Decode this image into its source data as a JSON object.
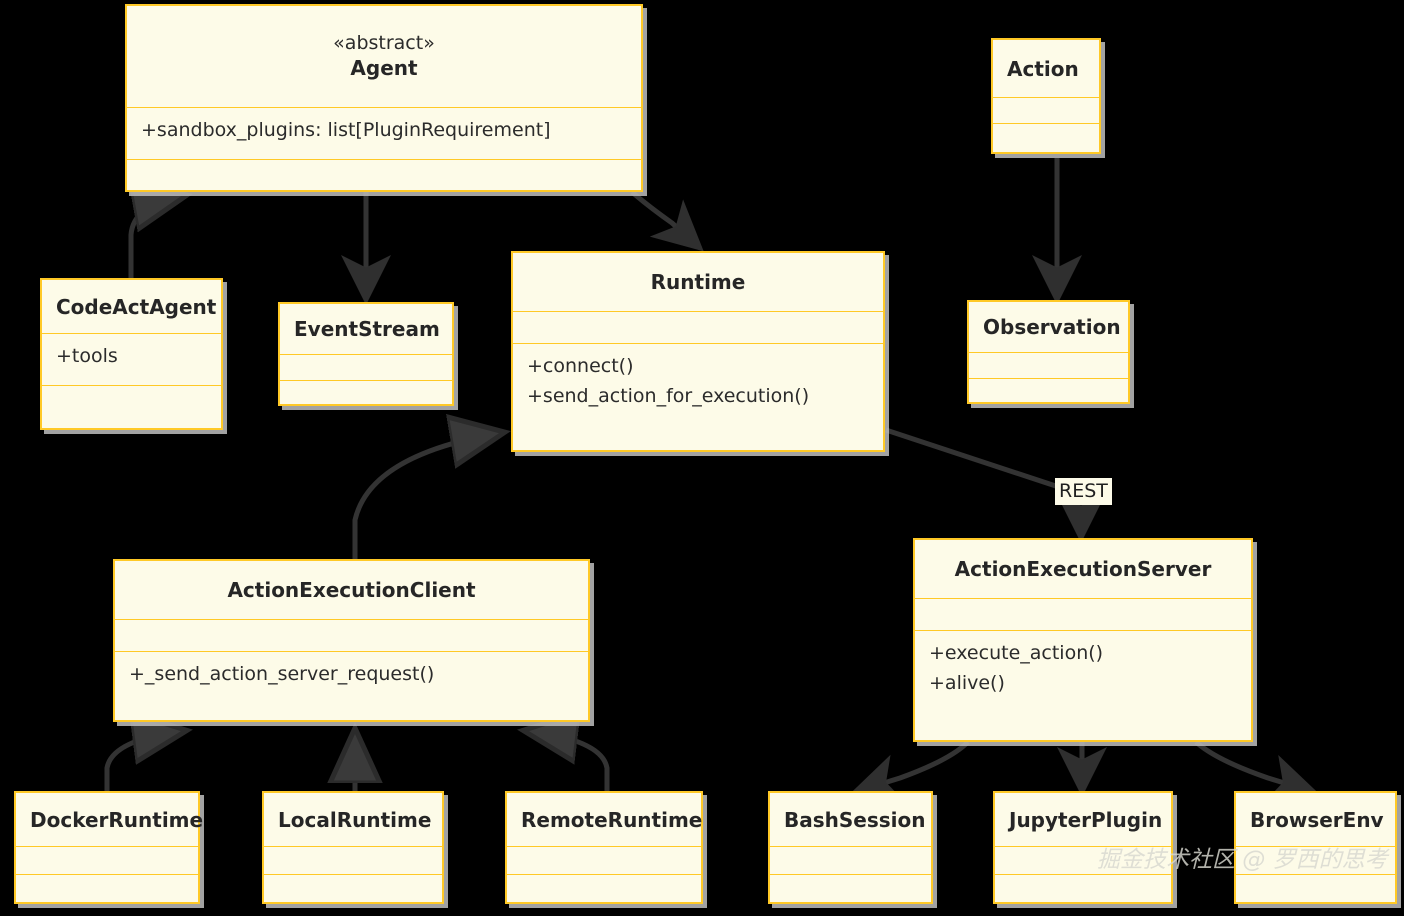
{
  "diagram": {
    "title": "OpenHands Architecture UML Class Diagram",
    "type": "uml-class-diagram",
    "background_color": "#000000",
    "box_fill_color": "#FDFBE8",
    "box_border_color": "#FFC926",
    "text_color": "#262626",
    "edge_color": "#333333"
  },
  "watermark": {
    "text": "掘金技术社区 @ 罗西的思考"
  },
  "edge_labels": {
    "rest": "REST"
  },
  "classes": [
    {
      "id": "agent",
      "name": "Agent",
      "stereotype": "«abstract»",
      "attributes": [
        "+sandbox_plugins: list[PluginRequirement]"
      ],
      "methods": []
    },
    {
      "id": "code_act_agent",
      "name": "CodeActAgent",
      "stereotype": "",
      "attributes": [
        "+tools"
      ],
      "methods": []
    },
    {
      "id": "event_stream",
      "name": "EventStream",
      "stereotype": "",
      "attributes": [],
      "methods": []
    },
    {
      "id": "runtime",
      "name": "Runtime",
      "stereotype": "",
      "attributes": [],
      "methods": [
        "+connect()",
        "+send_action_for_execution()"
      ]
    },
    {
      "id": "action",
      "name": "Action",
      "stereotype": "",
      "attributes": [],
      "methods": []
    },
    {
      "id": "observation",
      "name": "Observation",
      "stereotype": "",
      "attributes": [],
      "methods": []
    },
    {
      "id": "action_execution_client",
      "name": "ActionExecutionClient",
      "stereotype": "",
      "attributes": [],
      "methods": [
        "+_send_action_server_request()"
      ]
    },
    {
      "id": "action_execution_server",
      "name": "ActionExecutionServer",
      "stereotype": "",
      "attributes": [],
      "methods": [
        "+execute_action()",
        "+alive()"
      ]
    },
    {
      "id": "docker_runtime",
      "name": "DockerRuntime",
      "stereotype": "",
      "attributes": [],
      "methods": []
    },
    {
      "id": "local_runtime",
      "name": "LocalRuntime",
      "stereotype": "",
      "attributes": [],
      "methods": []
    },
    {
      "id": "remote_runtime",
      "name": "RemoteRuntime",
      "stereotype": "",
      "attributes": [],
      "methods": []
    },
    {
      "id": "bash_session",
      "name": "BashSession",
      "stereotype": "",
      "attributes": [],
      "methods": []
    },
    {
      "id": "jupyter_plugin",
      "name": "JupyterPlugin",
      "stereotype": "",
      "attributes": [],
      "methods": []
    },
    {
      "id": "browser_env",
      "name": "BrowserEnv",
      "stereotype": "",
      "attributes": [],
      "methods": []
    }
  ],
  "relationships": [
    {
      "from": "code_act_agent",
      "to": "agent",
      "kind": "inheritance",
      "label": ""
    },
    {
      "from": "agent",
      "to": "event_stream",
      "kind": "association",
      "label": ""
    },
    {
      "from": "agent",
      "to": "runtime",
      "kind": "association",
      "label": ""
    },
    {
      "from": "action",
      "to": "observation",
      "kind": "association",
      "label": ""
    },
    {
      "from": "action_execution_client",
      "to": "runtime",
      "kind": "inheritance",
      "label": ""
    },
    {
      "from": "runtime",
      "to": "action_execution_server",
      "kind": "association",
      "label": "REST"
    },
    {
      "from": "docker_runtime",
      "to": "action_execution_client",
      "kind": "inheritance",
      "label": ""
    },
    {
      "from": "local_runtime",
      "to": "action_execution_client",
      "kind": "inheritance",
      "label": ""
    },
    {
      "from": "remote_runtime",
      "to": "action_execution_client",
      "kind": "inheritance",
      "label": ""
    },
    {
      "from": "action_execution_server",
      "to": "bash_session",
      "kind": "association",
      "label": ""
    },
    {
      "from": "action_execution_server",
      "to": "jupyter_plugin",
      "kind": "association",
      "label": ""
    },
    {
      "from": "action_execution_server",
      "to": "browser_env",
      "kind": "association",
      "label": ""
    }
  ]
}
